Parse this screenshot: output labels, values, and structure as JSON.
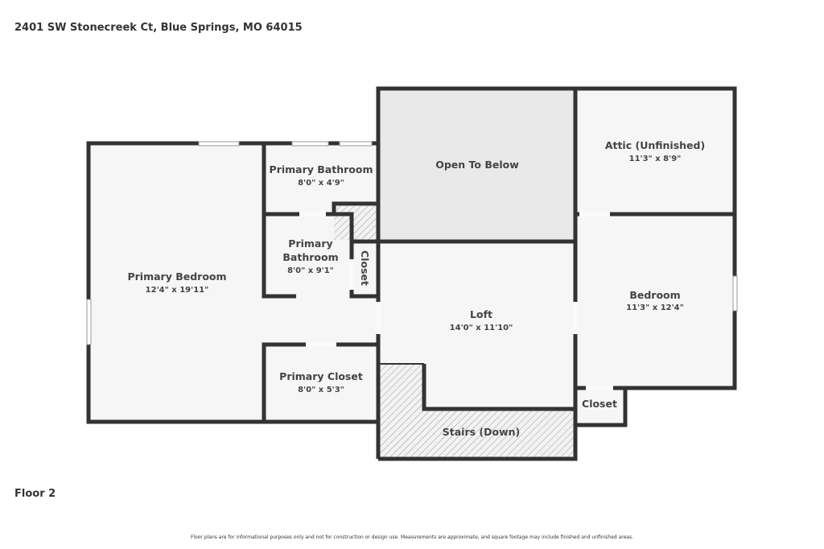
{
  "address": "2401 SW Stonecreek Ct, Blue Springs, MO 64015",
  "floor_label": "Floor 2",
  "disclaimer": "Floor plans are for informational purposes only and not for construction or design use. Measurements are approximate, and square footage may include finished and unfinished areas.",
  "rooms": {
    "primary_bedroom": {
      "name": "Primary Bedroom",
      "dims": "12'4\" x 19'11\""
    },
    "primary_bathroom_1": {
      "name": "Primary Bathroom",
      "dims": "8'0\" x 4'9\""
    },
    "primary_bathroom_2": {
      "name_line1": "Primary",
      "name_line2": "Bathroom",
      "dims": "8'0\" x 9'1\""
    },
    "closet_small": {
      "name": "Closet"
    },
    "primary_closet": {
      "name": "Primary Closet",
      "dims": "8'0\" x 5'3\""
    },
    "open_to_below": {
      "name": "Open To Below"
    },
    "attic": {
      "name": "Attic (Unfinished)",
      "dims": "11'3\" x 8'9\""
    },
    "bedroom": {
      "name": "Bedroom",
      "dims": "11'3\" x 12'4\""
    },
    "loft": {
      "name": "Loft",
      "dims": "14'0\" x 11'10\""
    },
    "closet_bedroom": {
      "name": "Closet"
    },
    "stairs": {
      "name": "Stairs (Down)"
    }
  },
  "colors": {
    "wall": "#333333",
    "floor": "#f6f6f6",
    "open": "#e9e9e9"
  }
}
